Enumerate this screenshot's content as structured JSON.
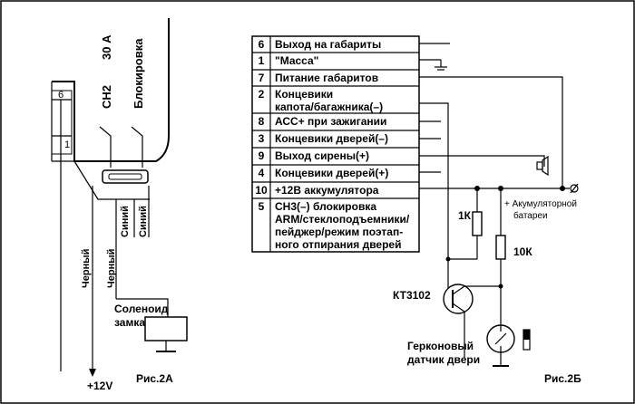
{
  "left": {
    "connector_pins": [
      "6",
      "1"
    ],
    "labels": {
      "ch2": "СН2",
      "amps": "30 А",
      "lock": "Блокировка",
      "blue_1": "Синий",
      "blue_2": "Синий",
      "black_1": "Черный",
      "black_2": "Черный",
      "solenoid_1": "Соленоид",
      "solenoid_2": "замка",
      "plus12v": "+12V"
    },
    "caption": "Рис.2А"
  },
  "right": {
    "terminals": [
      {
        "pin": "6",
        "lines": [
          "Выход на габариты"
        ]
      },
      {
        "pin": "1",
        "lines": [
          "\"Масса\""
        ]
      },
      {
        "pin": "7",
        "lines": [
          "Питание габаритов"
        ]
      },
      {
        "pin": "2",
        "lines": [
          "Концевики",
          "капота/багажника(–)"
        ]
      },
      {
        "pin": "8",
        "lines": [
          "АСС+ при зажигании"
        ]
      },
      {
        "pin": "3",
        "lines": [
          "Концевики дверей(–)"
        ]
      },
      {
        "pin": "9",
        "lines": [
          "Выход сирены(+)"
        ]
      },
      {
        "pin": "4",
        "lines": [
          "Концевики дверей(+)"
        ]
      },
      {
        "pin": "10",
        "lines": [
          "+12В аккумулятора"
        ]
      },
      {
        "pin": "5",
        "lines": [
          "СН3(–) блокировка",
          "ARM/стеклоподъемники/",
          "пейджер/режим поэтап-",
          "ного отпирания дверей"
        ]
      }
    ],
    "labels": {
      "battery_1": "+ Акумуляторной",
      "battery_2": "батареи",
      "r1": "1К",
      "r2": "10К",
      "transistor": "КТ3102",
      "reed_1": "Герконовый",
      "reed_2": "датчик двери"
    },
    "caption": "Рис.2Б"
  }
}
